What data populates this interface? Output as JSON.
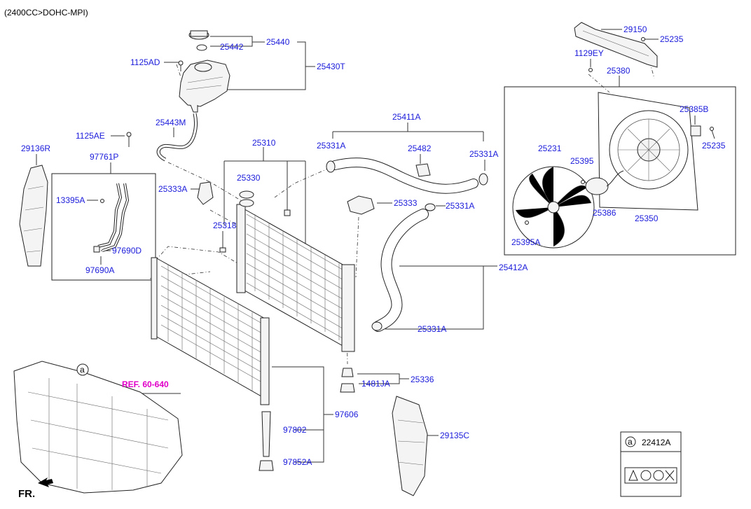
{
  "title": "(2400CC>DOHC-MPI)",
  "ref_label": "REF. 60-640",
  "fr_label": "FR.",
  "callout_letter": "a",
  "legend": {
    "letter": "a",
    "part": "22412A"
  },
  "parts": {
    "p29150": "29150",
    "p25235_top": "25235",
    "p25440": "25440",
    "p25442": "25442",
    "p25430T": "25430T",
    "p1125AD": "1125AD",
    "p1129EY": "1129EY",
    "p25380": "25380",
    "p25385B": "25385B",
    "p25235_mid": "25235",
    "p25443M": "25443M",
    "p25411A": "25411A",
    "p1125AE": "1125AE",
    "p29136R": "29136R",
    "p97761P": "97761P",
    "p25310": "25310",
    "p25331A_1": "25331A",
    "p25482": "25482",
    "p25331A_2": "25331A",
    "p25231": "25231",
    "p25395": "25395",
    "p25330": "25330",
    "p25333A": "25333A",
    "p13395A": "13395A",
    "p25333": "25333",
    "p25331A_3": "25331A",
    "p25386": "25386",
    "p25350": "25350",
    "p25318": "25318",
    "p25395A": "25395A",
    "p97690D": "97690D",
    "p97690A": "97690A",
    "p25412A": "25412A",
    "p25331A_4": "25331A",
    "p25336": "25336",
    "p1481JA": "1481JA",
    "p97606": "97606",
    "p97802": "97802",
    "p29135C": "29135C",
    "p97852A": "97852A"
  }
}
